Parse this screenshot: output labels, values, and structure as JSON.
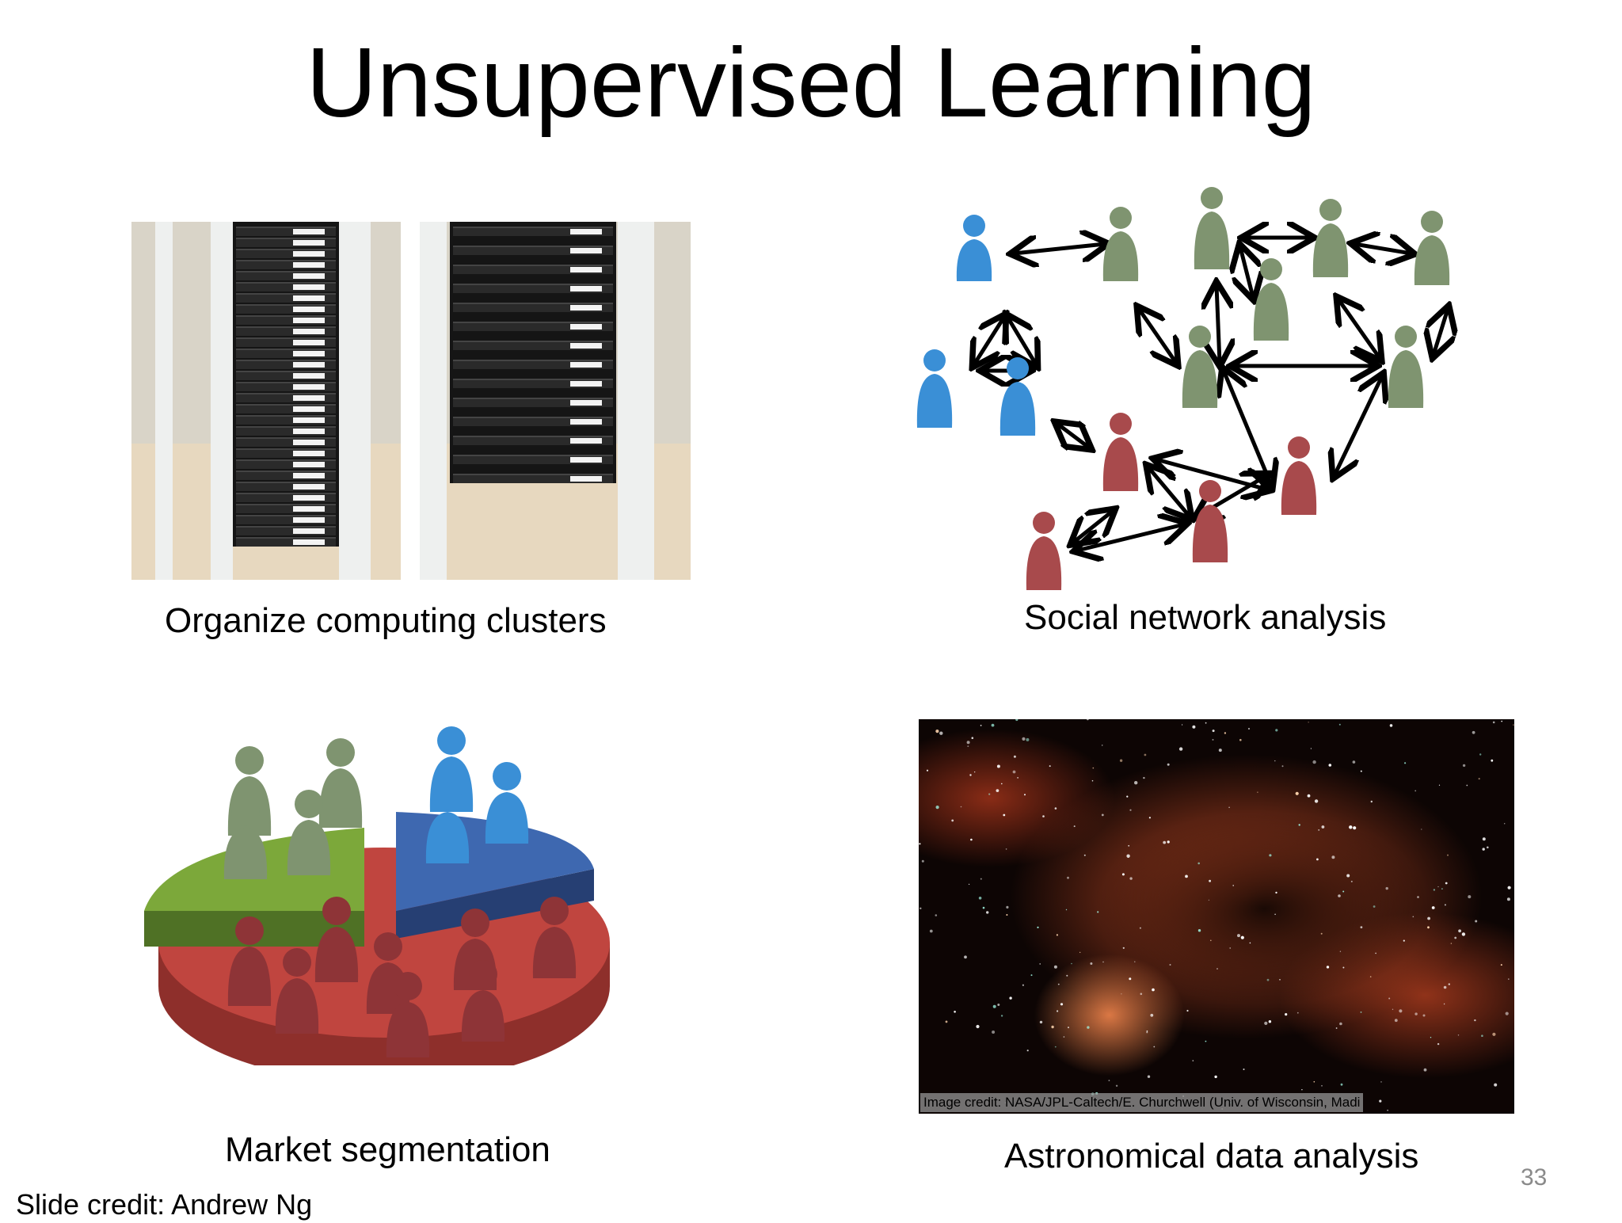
{
  "slide": {
    "title": "Unsupervised Learning",
    "page_number": "33",
    "credit": "Slide credit: Andrew Ng"
  },
  "panels": [
    {
      "caption": "Organize computing clusters"
    },
    {
      "caption": "Social network analysis"
    },
    {
      "caption": "Market segmentation"
    },
    {
      "caption": "Astronomical data analysis",
      "image_credit": "Image credit: NASA/JPL-Caltech/E. Churchwell (Univ. of Wisconsin, Madi"
    }
  ],
  "colors": {
    "person_blue": "#3a8fd6",
    "person_green": "#7f9470",
    "person_red": "#a84a4c",
    "pie_green": "#7ca83a",
    "pie_blue": "#3e68b0",
    "pie_red": "#c0453f"
  }
}
